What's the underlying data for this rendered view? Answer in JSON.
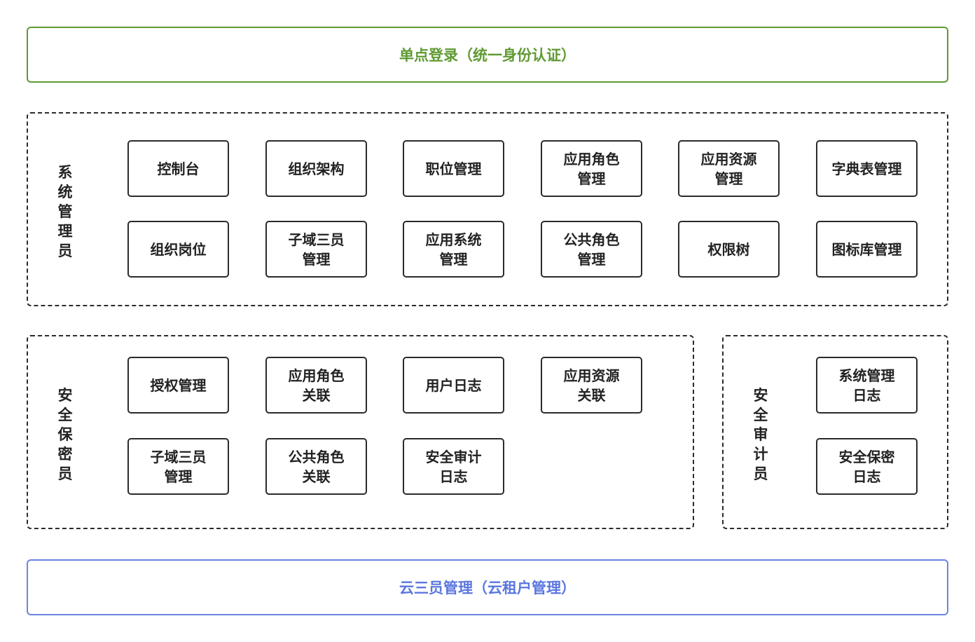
{
  "top_bar": {
    "label": "单点登录（统一身份认证）"
  },
  "bottom_bar": {
    "label": "云三员管理（云租户管理）"
  },
  "system_admin": {
    "role": "系\n统\n管\n理\n员",
    "row1": [
      "控制台",
      "组织架构",
      "职位管理",
      "应用角色\n管理",
      "应用资源\n管理",
      "字典表管理"
    ],
    "row2": [
      "组织岗位",
      "子域三员\n管理",
      "应用系统\n管理",
      "公共角色\n管理",
      "权限树",
      "图标库管理"
    ]
  },
  "security_officer": {
    "role": "安\n全\n保\n密\n员",
    "row1": [
      "授权管理",
      "应用角色\n关联",
      "用户日志",
      "应用资源\n关联"
    ],
    "row2": [
      "子域三员\n管理",
      "公共角色\n关联",
      "安全审计\n日志"
    ]
  },
  "security_auditor": {
    "role": "安\n全\n审\n计\n员",
    "items": [
      "系统管理\n日志",
      "安全保密\n日志"
    ]
  }
}
